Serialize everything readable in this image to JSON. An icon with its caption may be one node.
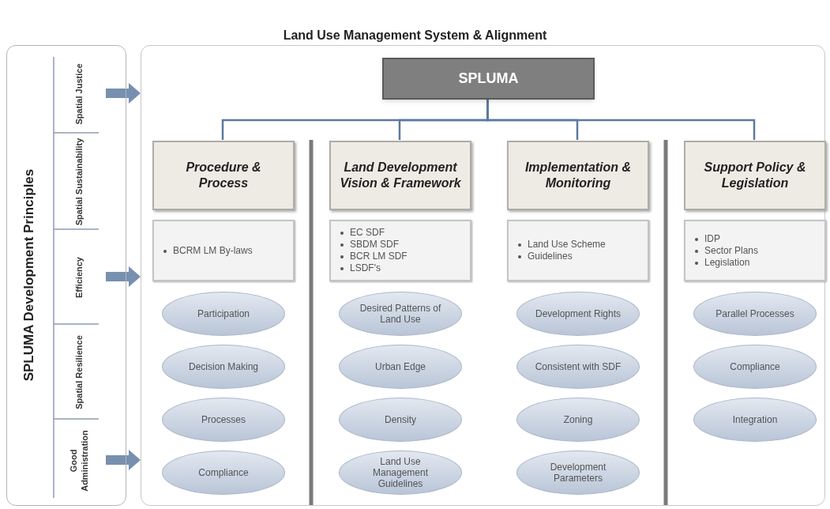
{
  "diagram": {
    "title": "Land Use Management System & Alignment",
    "nodes": [
      {
        "text": [
          "SPLUMA Development Principles"
        ]
      },
      {
        "text": [
          "Spatial Justice"
        ],
        "in": 0
      },
      {
        "text": [
          "Spatial Sustainability"
        ],
        "in": 0
      },
      {
        "text": [
          "Efficiency"
        ],
        "in": 0
      },
      {
        "text": [
          "Spatial Resilience"
        ],
        "in": 0
      },
      {
        "text": [
          "Good Administration"
        ],
        "in": 0
      },
      {
        "text": [],
        "shape": "box"
      },
      {
        "text": [
          "SPLUMA"
        ],
        "in": 6
      },
      {
        "text": [
          "Procedure & Process"
        ],
        "in": 6
      },
      {
        "text": [
          "BCRM LM By-laws"
        ],
        "in": 6
      },
      {
        "text": [
          "Participation"
        ],
        "in": 6
      },
      {
        "text": [
          "Decision Making"
        ],
        "in": 6
      },
      {
        "text": [
          "Processes"
        ],
        "in": 6
      },
      {
        "text": [
          "Compliance"
        ],
        "in": 6
      },
      {
        "text": [
          "Land Development Vision & Framework"
        ],
        "in": 6
      },
      {
        "text": [
          "EC SDF",
          "SBDM SDF",
          "BCR LM SDF",
          "LSDF's"
        ],
        "in": 6
      },
      {
        "text": [
          "Desired Patterns of Land Use"
        ],
        "in": 6
      },
      {
        "text": [
          "Urban Edge"
        ],
        "in": 6
      },
      {
        "text": [
          "Density"
        ],
        "in": 6
      },
      {
        "text": [
          "Land Use Management Guidelines"
        ],
        "in": 6
      },
      {
        "text": [
          "Implementation & Monitoring"
        ],
        "in": 6
      },
      {
        "text": [
          "Land Use Scheme",
          "Guidelines"
        ],
        "in": 6
      },
      {
        "text": [
          "Development Rights"
        ],
        "in": 6
      },
      {
        "text": [
          "Consistent with SDF"
        ],
        "in": 6
      },
      {
        "text": [
          "Zoning"
        ],
        "in": 6
      },
      {
        "text": [
          "Development Parameters"
        ],
        "in": 6
      },
      {
        "text": [
          "Support Policy & Legislation"
        ],
        "in": 6
      },
      {
        "text": [
          "IDP",
          "Sector Plans",
          "Legislation"
        ],
        "in": 6
      },
      {
        "text": [
          "Parallel Processes"
        ],
        "in": 6
      },
      {
        "text": [
          "Compliance"
        ],
        "in": 6
      },
      {
        "text": [
          "Integration"
        ],
        "in": 6
      }
    ],
    "edges": [
      {
        "from": 1,
        "to": 6,
        "arrow": "to",
        "style": "thick",
        "color": "#7890b0"
      },
      {
        "from": 3,
        "to": 6,
        "arrow": "to",
        "style": "thick",
        "color": "#7890b0"
      },
      {
        "from": 5,
        "to": 6,
        "arrow": "to",
        "style": "thick",
        "color": "#7890b0"
      },
      {
        "from": 7,
        "to": 8,
        "arrow": "none"
      },
      {
        "from": 7,
        "to": 14,
        "arrow": "none"
      },
      {
        "from": 7,
        "to": 20,
        "arrow": "none"
      },
      {
        "from": 7,
        "to": 26,
        "arrow": "none"
      }
    ]
  }
}
